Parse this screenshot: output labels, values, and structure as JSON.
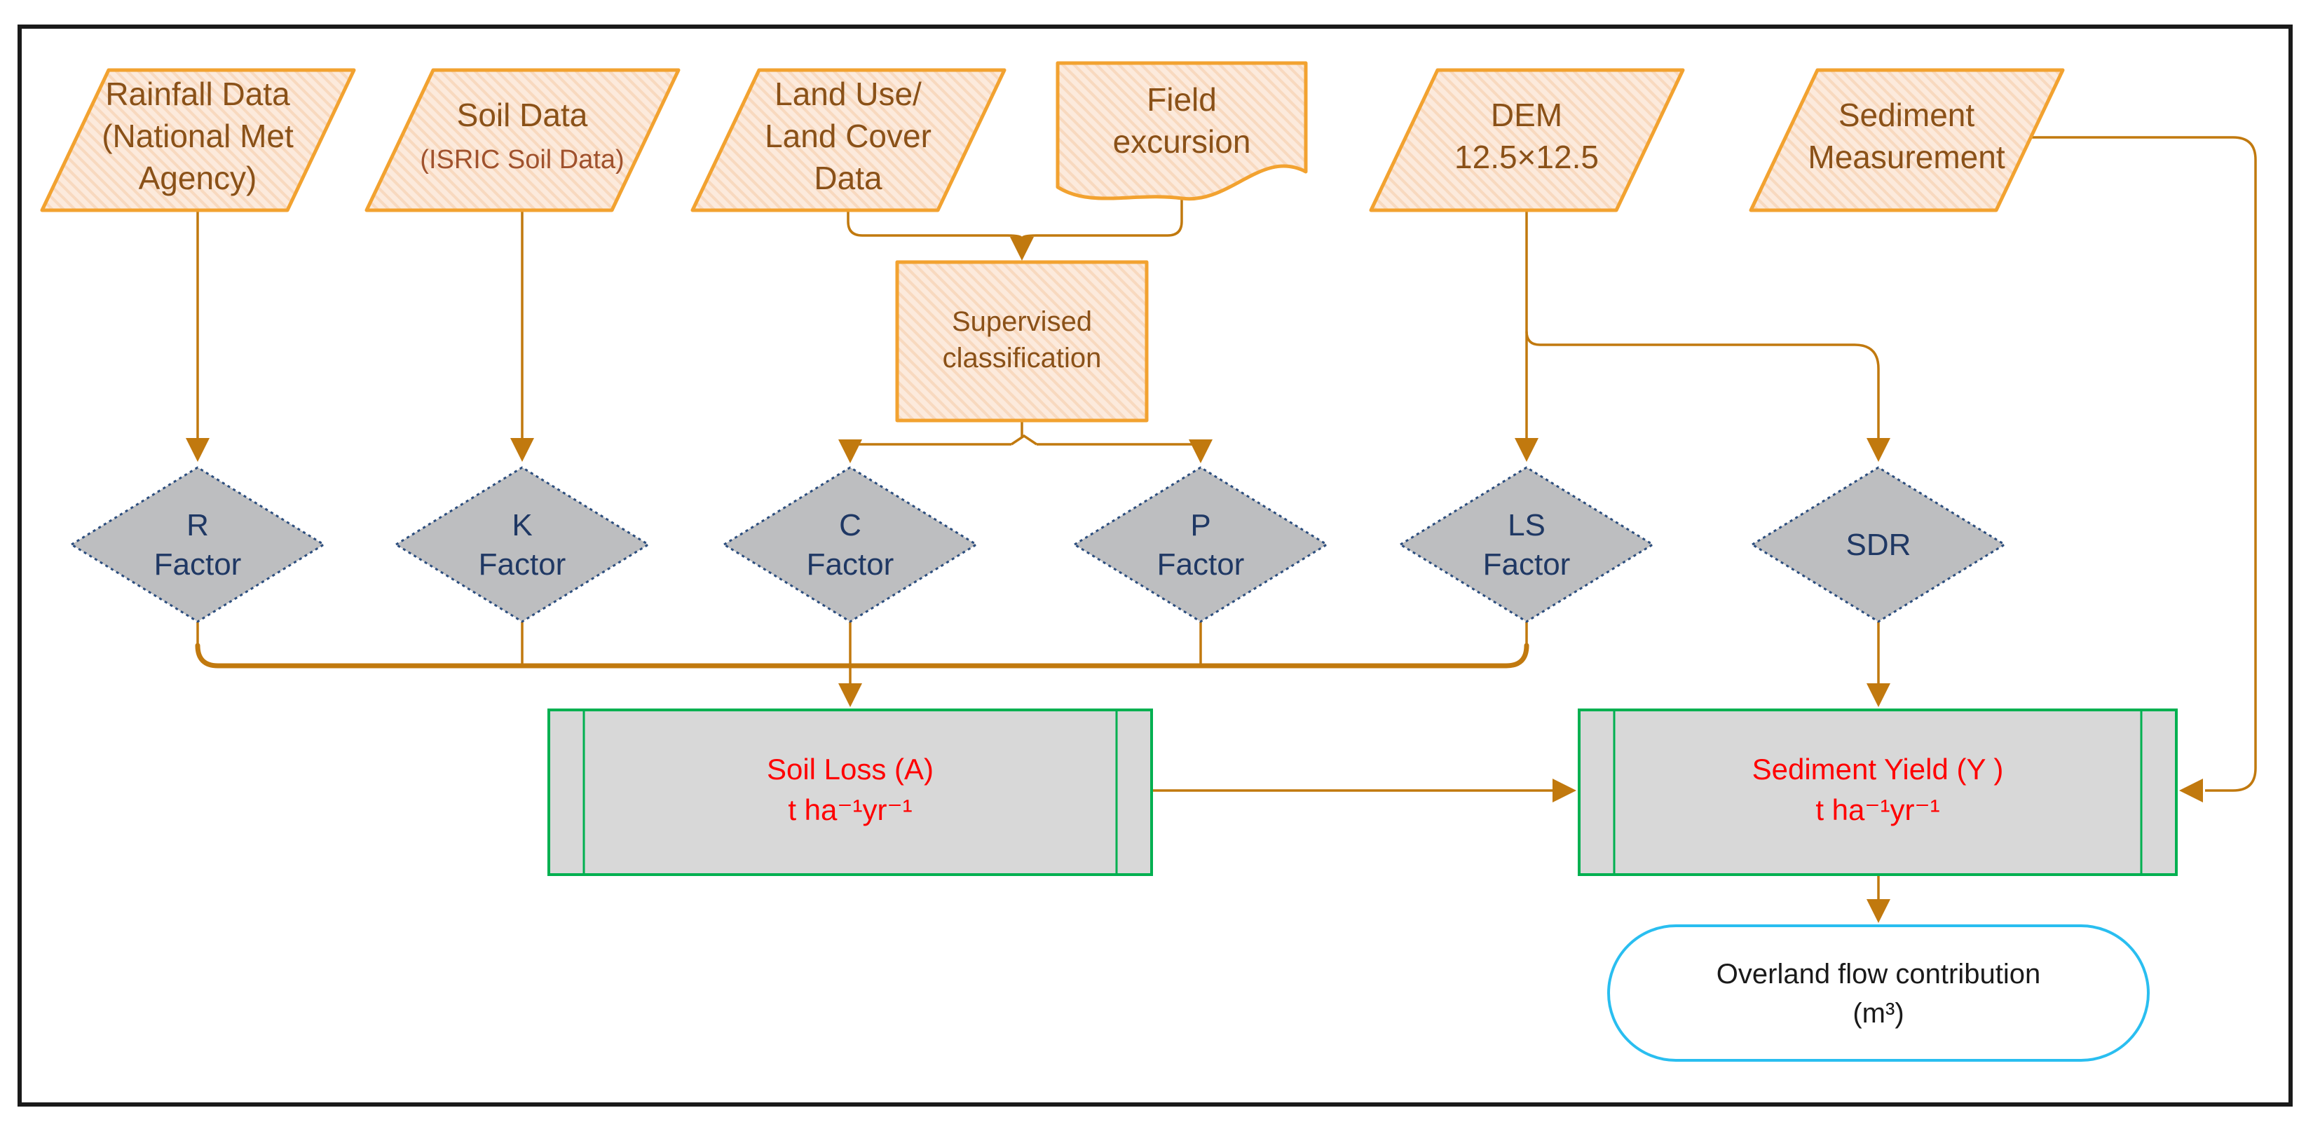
{
  "figure": {
    "type": "flowchart",
    "description": "Soil loss and sediment yield estimation workflow (RUSLE-style model)"
  },
  "colors": {
    "peach_fill": "#FCEADC",
    "peach_hatch": "#F8D9BF",
    "shape_border": "#F2A230",
    "connector": "#C1790E",
    "data_text": "#8A5118",
    "data_subtext": "#A0522D",
    "diamond_fill": "#BDBEC0",
    "diamond_border": "#2B4D7E",
    "diamond_text": "#1F3864",
    "process_border": "#00B050",
    "process_fill": "#D8D8D8",
    "process_text": "#FF0000",
    "terminal_border": "#29BEF0",
    "terminal_text": "#1A1A1A",
    "frame": "#1A1A1A",
    "background": "#FFFFFF"
  },
  "nodes": {
    "rainfall": {
      "shape": "parallelogram",
      "lines": [
        "Rainfall Data",
        "(National Met",
        "Agency)"
      ]
    },
    "soil": {
      "shape": "parallelogram",
      "lines": [
        "Soil Data",
        "(ISRIC Soil Data)"
      ]
    },
    "landuse": {
      "shape": "parallelogram",
      "lines": [
        "Land Use/",
        "Land Cover",
        "Data"
      ]
    },
    "field": {
      "shape": "document",
      "lines": [
        "Field",
        "excursion"
      ]
    },
    "dem": {
      "shape": "parallelogram",
      "lines": [
        "DEM",
        "12.5×12.5"
      ]
    },
    "sediment": {
      "shape": "parallelogram",
      "lines": [
        "Sediment",
        "Measurement"
      ]
    },
    "supervised": {
      "shape": "process",
      "lines": [
        "Supervised",
        "classification"
      ]
    },
    "r_factor": {
      "shape": "diamond",
      "lines": [
        "R",
        "Factor"
      ]
    },
    "k_factor": {
      "shape": "diamond",
      "lines": [
        "K",
        "Factor"
      ]
    },
    "c_factor": {
      "shape": "diamond",
      "lines": [
        "C",
        "Factor"
      ]
    },
    "p_factor": {
      "shape": "diamond",
      "lines": [
        "P",
        "Factor"
      ]
    },
    "ls_factor": {
      "shape": "diamond",
      "lines": [
        "LS",
        "Factor"
      ]
    },
    "sdr": {
      "shape": "diamond",
      "lines": [
        "SDR"
      ]
    },
    "soil_loss": {
      "shape": "predefined-process",
      "lines": [
        "Soil Loss (A)",
        "t ha⁻¹yr⁻¹"
      ]
    },
    "sediment_yield": {
      "shape": "predefined-process",
      "lines": [
        "Sediment Yield (Y )",
        "t ha⁻¹yr⁻¹"
      ]
    },
    "overland": {
      "shape": "terminator",
      "lines": [
        "Overland flow contribution",
        "(m³)"
      ]
    }
  },
  "connections": [
    {
      "from": "rainfall",
      "to": "r_factor"
    },
    {
      "from": "soil",
      "to": "k_factor"
    },
    {
      "from": "landuse",
      "to": "supervised"
    },
    {
      "from": "field",
      "to": "supervised"
    },
    {
      "from": "supervised",
      "to": "c_factor"
    },
    {
      "from": "supervised",
      "to": "p_factor"
    },
    {
      "from": "dem",
      "to": "ls_factor"
    },
    {
      "from": "dem",
      "to": "sdr"
    },
    {
      "from": "r_factor",
      "to": "soil_loss"
    },
    {
      "from": "k_factor",
      "to": "soil_loss"
    },
    {
      "from": "c_factor",
      "to": "soil_loss"
    },
    {
      "from": "p_factor",
      "to": "soil_loss"
    },
    {
      "from": "ls_factor",
      "to": "soil_loss"
    },
    {
      "from": "soil_loss",
      "to": "sediment_yield"
    },
    {
      "from": "sdr",
      "to": "sediment_yield"
    },
    {
      "from": "sediment",
      "to": "sediment_yield"
    },
    {
      "from": "sediment_yield",
      "to": "overland"
    }
  ]
}
